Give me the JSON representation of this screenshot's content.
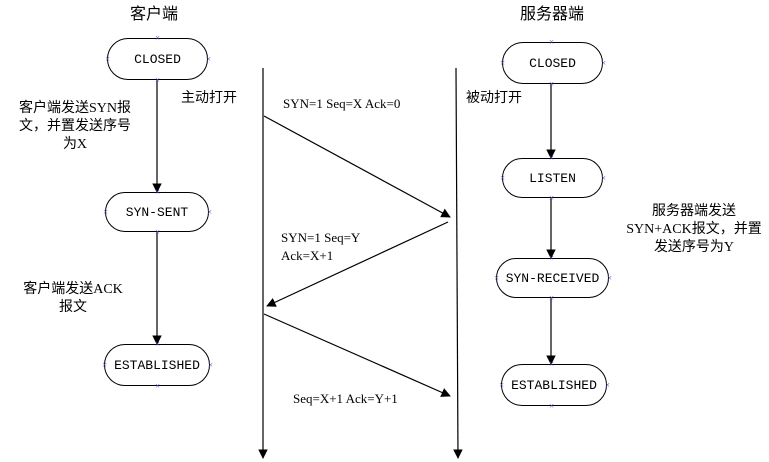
{
  "client": {
    "title": "客户端",
    "states": {
      "closed": "CLOSED",
      "syn_sent": "SYN-SENT",
      "established": "ESTABLISHED"
    },
    "notes": {
      "send_syn": "客户端发送SYN报\n文，并置发送序号\n为X",
      "send_ack": "客户端发送ACK\n报文"
    },
    "open_label": "主动打开"
  },
  "server": {
    "title": "服务器端",
    "states": {
      "closed": "CLOSED",
      "listen": "LISTEN",
      "syn_received": "SYN-RECEIVED",
      "established": "ESTABLISHED"
    },
    "notes": {
      "send_synack": "服务器端发送\nSYN+ACK报文，并置\n发送序号为Y"
    },
    "open_label": "被动打开"
  },
  "messages": {
    "syn": "SYN=1  Seq=X  Ack=0",
    "synack": "SYN=1  Seq=Y\nAck=X+1",
    "ack": "Seq=X+1  Ack=Y+1"
  },
  "colors": {
    "line": "#000000",
    "marker": "#5a4fd6"
  }
}
